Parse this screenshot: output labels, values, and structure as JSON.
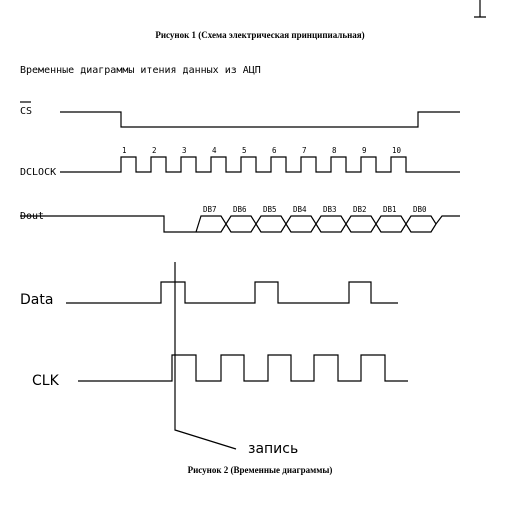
{
  "captions": {
    "figure1": "Рисунок 1 (Схема электрическая принципиальная)",
    "figure2": "Рисунок 2 (Временные диаграммы)"
  },
  "diagram1": {
    "title": "Временные диаграммы итения данных из АЦП",
    "signals": {
      "cs": "CS",
      "dclock": "DCLOCK",
      "dout": "Dout"
    },
    "clock_numbers": [
      "1",
      "2",
      "3",
      "4",
      "5",
      "6",
      "7",
      "8",
      "9",
      "10"
    ],
    "data_bits": [
      "DB7",
      "DB6",
      "DB5",
      "DB4",
      "DB3",
      "DB2",
      "DB1",
      "DB0"
    ]
  },
  "diagram2": {
    "signals": {
      "data": "Data",
      "clk": "CLK"
    },
    "annotation": "запись"
  }
}
